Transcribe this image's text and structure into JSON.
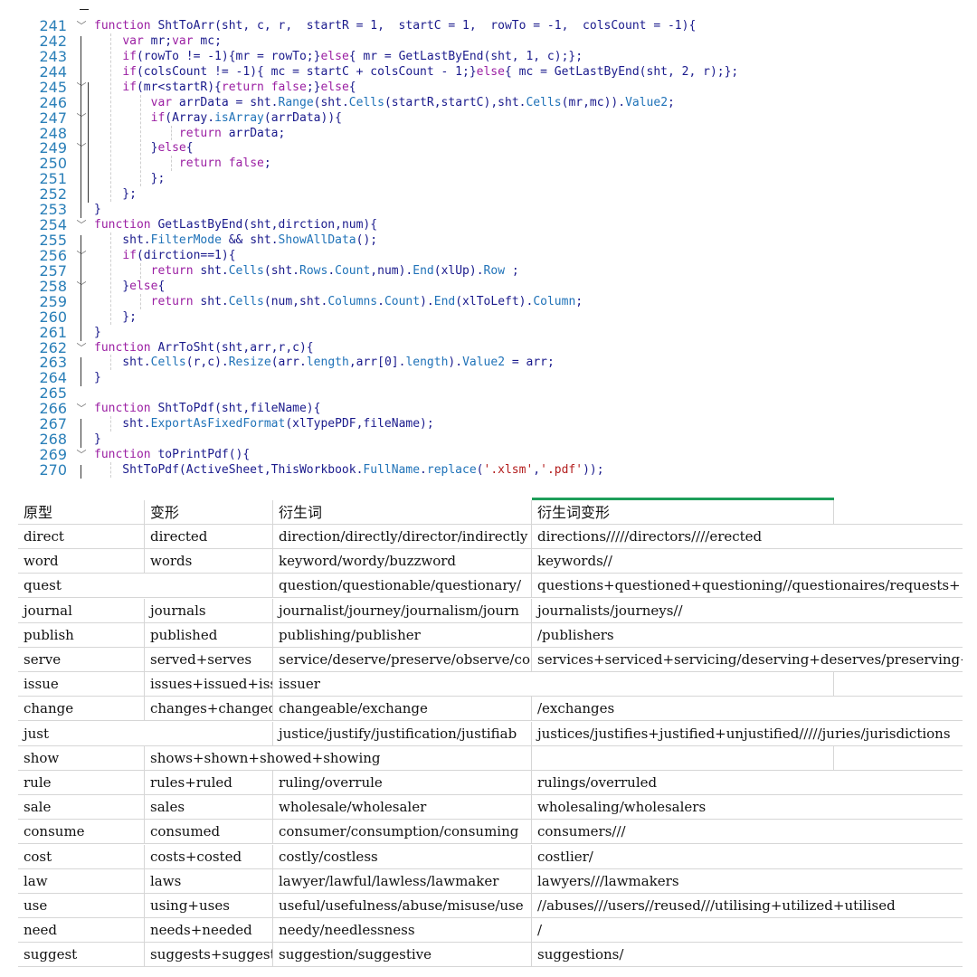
{
  "editor": {
    "lines": [
      {
        "n": "241",
        "fold": "﹀",
        "html": "<span class='k'>function</span> ShtToArr(sht, c, r,  startR = 1,  startC = 1,  rowTo = -1,  colsCount = -1){"
      },
      {
        "n": "242",
        "fold": "",
        "html": "    <span class='k'>var</span> mr;<span class='k'>var</span> mc;"
      },
      {
        "n": "243",
        "fold": "",
        "html": "    <span class='k'>if</span>(rowTo != -1){mr = rowTo;}<span class='k'>else</span>{ mr = GetLastByEnd(sht, 1, c);};"
      },
      {
        "n": "244",
        "fold": "",
        "html": "    <span class='k'>if</span>(colsCount != -1){ mc = startC + colsCount - 1;}<span class='k'>else</span>{ mc = GetLastByEnd(sht, 2, r);};"
      },
      {
        "n": "245",
        "fold": "﹀",
        "html": "    <span class='k'>if</span>(mr&lt;startR){<span class='k'>return</span> <span class='k'>false</span>;}<span class='k'>else</span>{"
      },
      {
        "n": "246",
        "fold": "",
        "html": "        <span class='k'>var</span> arrData = sht.<span class='m'>Range</span>(sht.<span class='m'>Cells</span>(startR,startC),sht.<span class='m'>Cells</span>(mr,mc)).<span class='m'>Value2</span>;"
      },
      {
        "n": "247",
        "fold": "﹀",
        "html": "        <span class='k'>if</span>(Array.<span class='m'>isArray</span>(arrData)){"
      },
      {
        "n": "248",
        "fold": "",
        "html": "            <span class='k'>return</span> arrData;"
      },
      {
        "n": "249",
        "fold": "﹀",
        "html": "        }<span class='k'>else</span>{"
      },
      {
        "n": "250",
        "fold": "",
        "html": "            <span class='k'>return</span> <span class='k'>false</span>;"
      },
      {
        "n": "251",
        "fold": "",
        "html": "        };"
      },
      {
        "n": "252",
        "fold": "",
        "html": "    };"
      },
      {
        "n": "253",
        "fold": "",
        "html": "}"
      },
      {
        "n": "254",
        "fold": "﹀",
        "html": "<span class='k'>function</span> GetLastByEnd(sht,dirction,num){"
      },
      {
        "n": "255",
        "fold": "",
        "html": "    sht.<span class='m'>FilterMode</span> &amp;&amp; sht.<span class='m'>ShowAllData</span>();"
      },
      {
        "n": "256",
        "fold": "﹀",
        "html": "    <span class='k'>if</span>(dirction==1){"
      },
      {
        "n": "257",
        "fold": "",
        "html": "        <span class='k'>return</span> sht.<span class='m'>Cells</span>(sht.<span class='m'>Rows</span>.<span class='m'>Count</span>,num).<span class='m'>End</span>(xlUp).<span class='m'>Row</span> ;"
      },
      {
        "n": "258",
        "fold": "﹀",
        "html": "    }<span class='k'>else</span>{"
      },
      {
        "n": "259",
        "fold": "",
        "html": "        <span class='k'>return</span> sht.<span class='m'>Cells</span>(num,sht.<span class='m'>Columns</span>.<span class='m'>Count</span>).<span class='m'>End</span>(xlToLeft).<span class='m'>Column</span>;"
      },
      {
        "n": "260",
        "fold": "",
        "html": "    };"
      },
      {
        "n": "261",
        "fold": "",
        "html": "}"
      },
      {
        "n": "262",
        "fold": "﹀",
        "html": "<span class='k'>function</span> ArrToSht(sht,arr,r,c){"
      },
      {
        "n": "263",
        "fold": "",
        "html": "    sht.<span class='m'>Cells</span>(r,c).<span class='m'>Resize</span>(arr.<span class='m'>length</span>,arr[0].<span class='m'>length</span>).<span class='m'>Value2</span> = arr;"
      },
      {
        "n": "264",
        "fold": "",
        "html": "}"
      },
      {
        "n": "265",
        "fold": "",
        "html": ""
      },
      {
        "n": "266",
        "fold": "﹀",
        "html": "<span class='k'>function</span> ShtToPdf(sht,fileName){"
      },
      {
        "n": "267",
        "fold": "",
        "html": "    sht.<span class='m'>ExportAsFixedFormat</span>(xlTypePDF,fileName);"
      },
      {
        "n": "268",
        "fold": "",
        "html": "}"
      },
      {
        "n": "269",
        "fold": "﹀",
        "html": "<span class='k'>function</span> toPrintPdf(){"
      },
      {
        "n": "270",
        "fold": "",
        "html": "    ShtToPdf(ActiveSheet,ThisWorkbook.<span class='m'>FullName</span>.<span class='m'>replace</span>(<span class='s'>'.xlsm'</span>,<span class='s'>'.pdf'</span>));"
      }
    ]
  },
  "sheet": {
    "headers": [
      "原型",
      "变形",
      "衍生词",
      "衍生词变形"
    ],
    "rows": [
      [
        "direct",
        "directed",
        "direction/directly/director/indirectly",
        "directions/////directors////erected"
      ],
      [
        "word",
        "words",
        "keyword/wordy/buzzword",
        "keywords//"
      ],
      [
        "quest",
        "",
        "question/questionable/questionary/",
        "questions+questioned+questioning//questionaires/requests+"
      ],
      [
        "journal",
        "journals",
        "journalist/journey/journalism/journ",
        "journalists/journeys//"
      ],
      [
        "publish",
        "published",
        "publishing/publisher",
        "/publishers"
      ],
      [
        "serve",
        "served+serves",
        "service/deserve/preserve/observe/co",
        "services+serviced+servicing/deserving+deserves/preserving+"
      ],
      [
        "issue",
        "issues+issued+issuing",
        "issuer",
        ""
      ],
      [
        "change",
        "changes+changed",
        "changeable/exchange",
        "/exchanges"
      ],
      [
        "just",
        "",
        "justice/justify/justification/justifiab",
        "justices/justifies+justified+unjustified/////juries/jurisdictions"
      ],
      [
        "show",
        "shows+shown+showed+showing",
        "",
        ""
      ],
      [
        "rule",
        "rules+ruled",
        "ruling/overrule",
        "rulings/overruled"
      ],
      [
        "sale",
        "sales",
        "wholesale/wholesaler",
        "wholesaling/wholesalers"
      ],
      [
        "consume",
        "consumed",
        "consumer/consumption/consuming",
        "consumers///"
      ],
      [
        "cost",
        "costs+costed",
        "costly/costless",
        "costlier/"
      ],
      [
        "law",
        "laws",
        "lawyer/lawful/lawless/lawmaker",
        "lawyers///lawmakers"
      ],
      [
        "use",
        "using+uses",
        "useful/usefulness/abuse/misuse/use",
        "//abuses///users//reused///utilising+utilized+utilised"
      ],
      [
        "need",
        "needs+needed",
        "needy/needlessness",
        "/"
      ],
      [
        "suggest",
        "suggests+suggesting",
        "suggestion/suggestive",
        "suggestions/"
      ]
    ]
  }
}
